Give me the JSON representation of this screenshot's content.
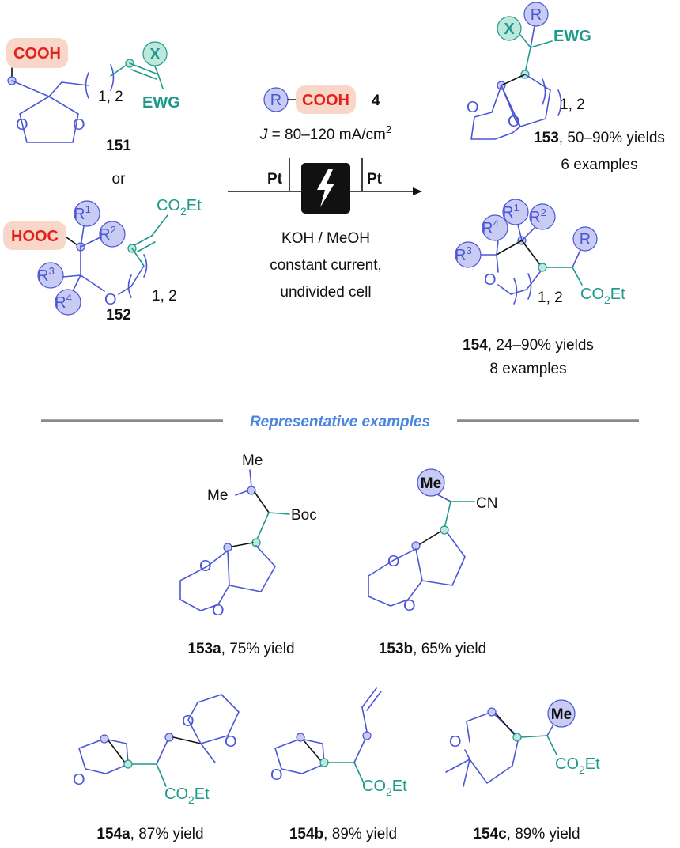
{
  "colors": {
    "ring_blue": "#4b55d6",
    "chain_teal": "#1d9a8a",
    "acid_red": "#e3211c",
    "acid_highlight": "#f9d7c8",
    "substituent_fill": "#c8ccf2",
    "x_fill": "#bfe8dc",
    "heading_blue": "#4a86e0",
    "divider": "#8a8a8a"
  },
  "reactants": {
    "r151": {
      "acid": "COOH",
      "x": "X",
      "ewg": "EWG",
      "repeat": "1, 2",
      "oxygen": "O",
      "id": "151"
    },
    "or_text": "or",
    "r152": {
      "acid": "HOOC",
      "r1": "R",
      "r1_sup": "1",
      "r2": "R",
      "r2_sup": "2",
      "r3": "R",
      "r3_sup": "3",
      "r4": "R",
      "r4_sup": "4",
      "ester": "CO",
      "ester_sub": "2",
      "ester_end": "Et",
      "repeat": "1, 2",
      "oxygen": "O",
      "id": "152"
    }
  },
  "conditions": {
    "reagent_r": "R",
    "reagent_acid": "COOH",
    "reagent_id": "4",
    "current_j": "J",
    "current_text": " = 80–120 mA/cm",
    "current_sup": "2",
    "anode": "Pt",
    "cathode": "Pt",
    "base": "KOH / MeOH",
    "mode": "constant current,",
    "cell": "undivided cell",
    "bolt_icon": "lightning-bolt-icon"
  },
  "products": {
    "p153": {
      "x": "X",
      "r": "R",
      "ewg": "EWG",
      "repeat": "1, 2",
      "oxygen": "O",
      "id": "153",
      "yield": ", 50–90% yields",
      "examples": "6 examples"
    },
    "p154": {
      "r4": "R",
      "r4_sup": "4",
      "r1": "R",
      "r1_sup": "1",
      "r2": "R",
      "r2_sup": "2",
      "r3": "R",
      "r3_sup": "3",
      "r": "R",
      "oxygen": "O",
      "repeat": "1, 2",
      "ester": "CO",
      "ester_sub": "2",
      "ester_end": "Et",
      "id": "154",
      "yield": ", 24–90% yields",
      "examples": "8 examples"
    }
  },
  "section_heading": "Representative examples",
  "examples": [
    {
      "id": "153a",
      "yield": ", 75% yield",
      "me1": "Me",
      "me2": "Me",
      "group": "Boc",
      "oxygen": "O"
    },
    {
      "id": "153b",
      "yield": ", 65% yield",
      "me": "Me",
      "group": "CN",
      "oxygen": "O"
    },
    {
      "id": "154a",
      "yield": ", 87% yield",
      "ester": "CO",
      "ester_sub": "2",
      "ester_end": "Et",
      "oxygen": "O"
    },
    {
      "id": "154b",
      "yield": ", 89% yield",
      "ester": "CO",
      "ester_sub": "2",
      "ester_end": "Et",
      "oxygen": "O"
    },
    {
      "id": "154c",
      "yield": ", 89% yield",
      "me": "Me",
      "ester": "CO",
      "ester_sub": "2",
      "ester_end": "Et",
      "oxygen": "O"
    }
  ]
}
